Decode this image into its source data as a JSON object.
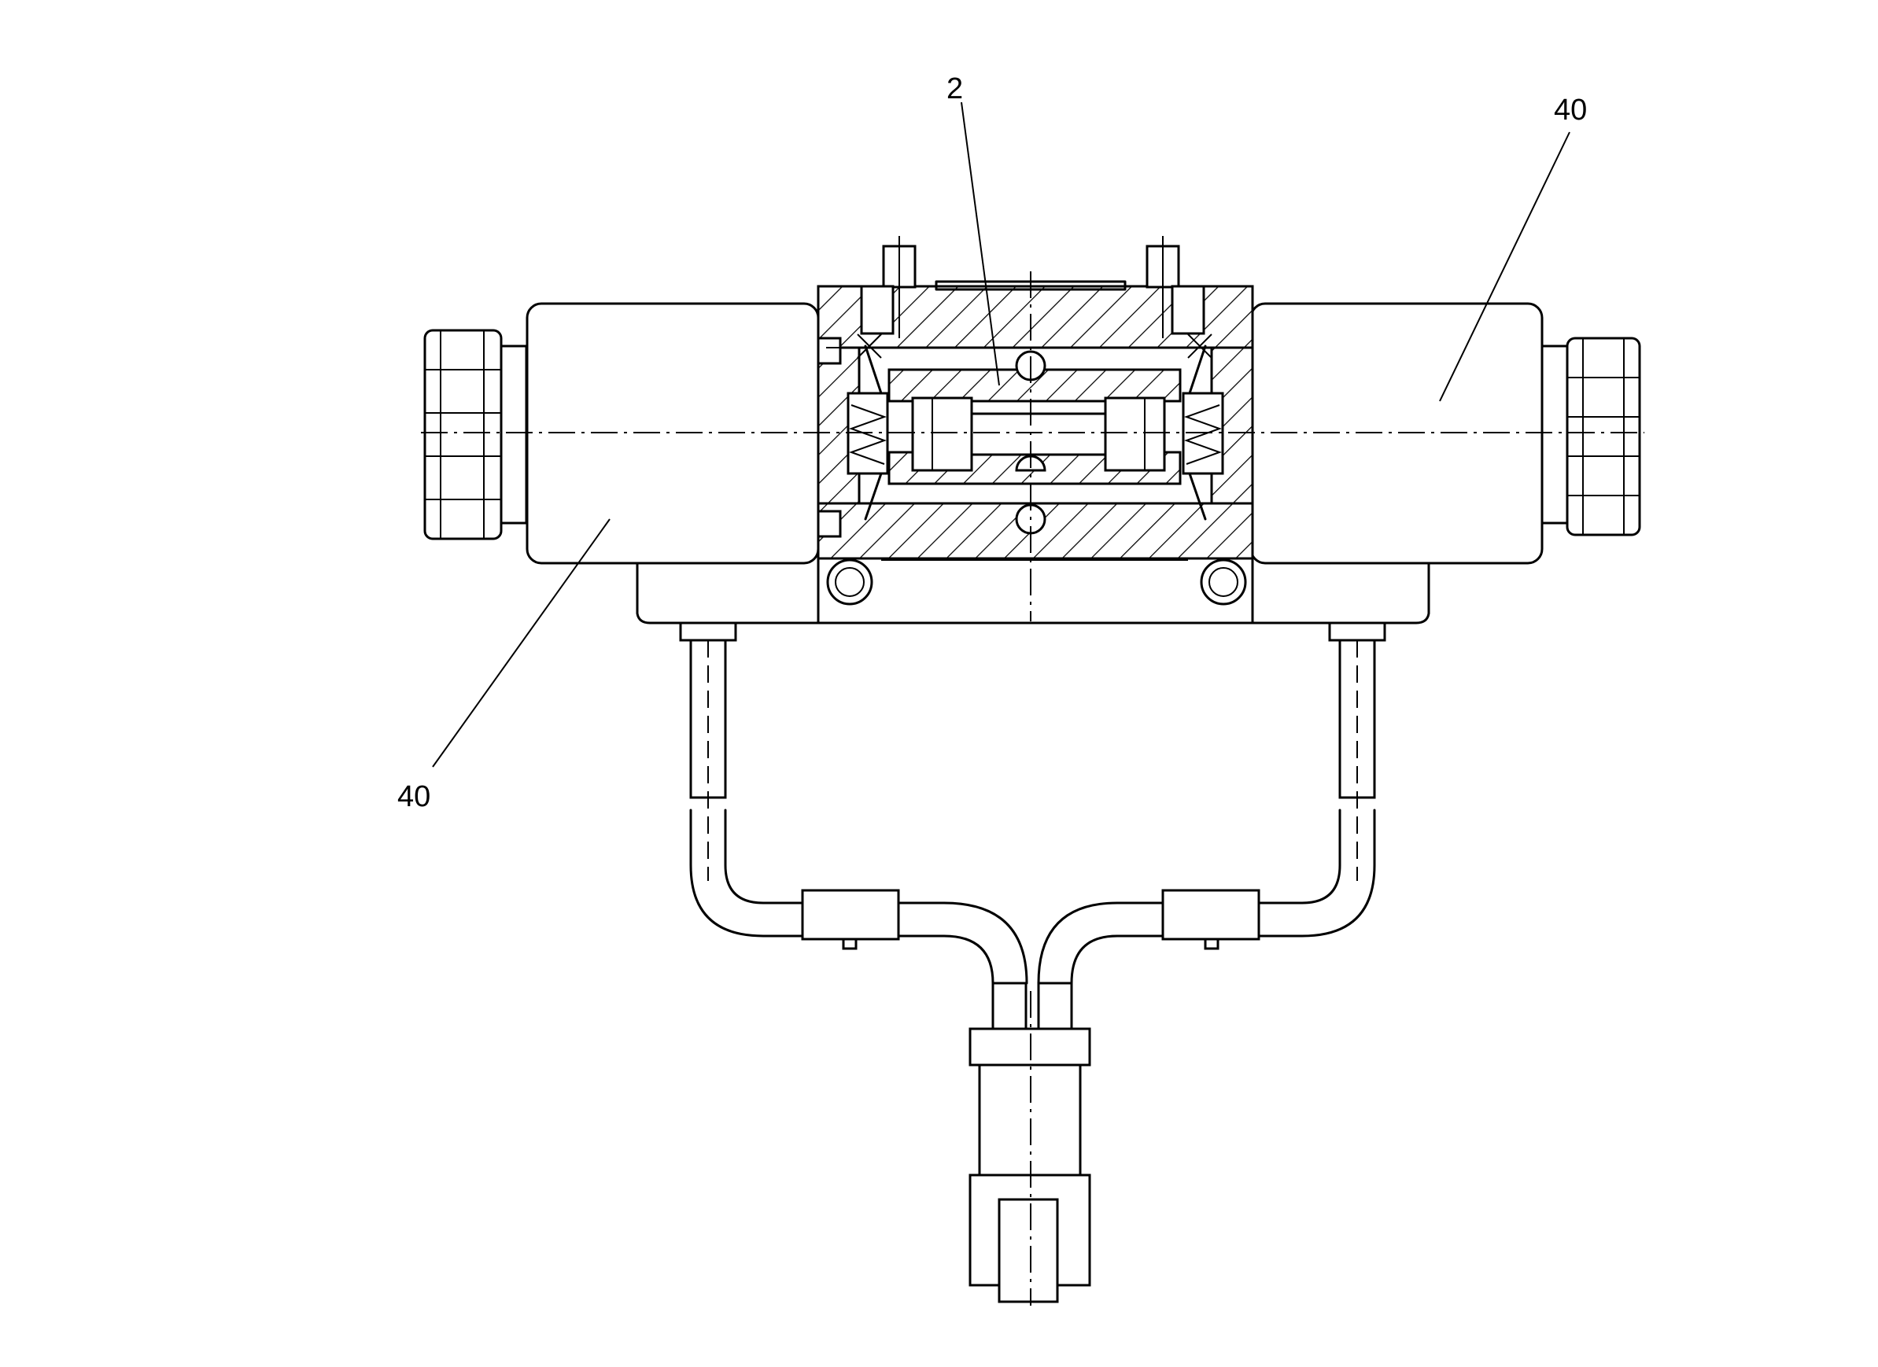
{
  "labels": {
    "spool": "2",
    "solenoid_left": "40",
    "solenoid_right": "40"
  },
  "colors": {
    "line": "#000000",
    "background": "#ffffff"
  }
}
